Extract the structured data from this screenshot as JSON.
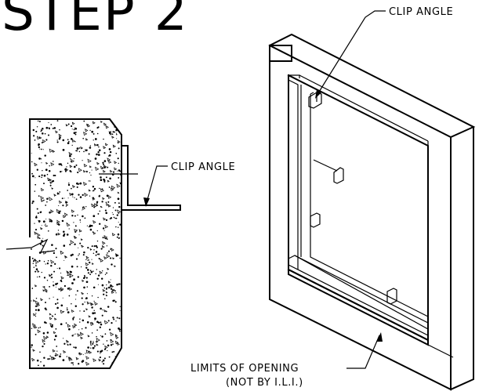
{
  "title": "STEP 2",
  "labels": {
    "clip_angle_top": "CLIP ANGLE",
    "clip_angle_side": "CLIP ANGLE",
    "limits_line1": "LIMITS OF OPENING",
    "limits_line2": "(NOT BY I.L.I.)"
  },
  "colors": {
    "ink": "#000000",
    "background": "#ffffff"
  }
}
